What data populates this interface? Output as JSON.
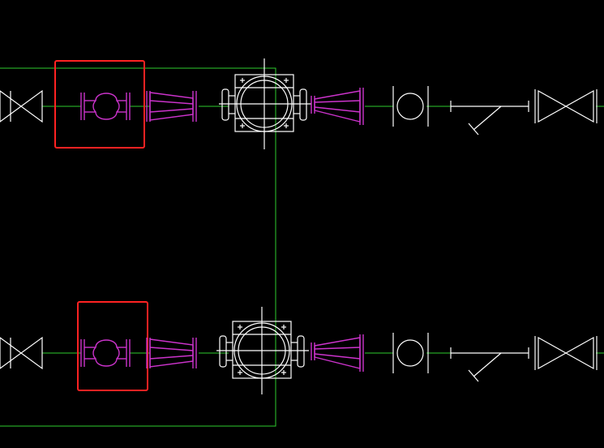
{
  "canvas": {
    "background": "#000000"
  },
  "colors": {
    "pipe": "#2ecc2e",
    "symbol_white": "#ffffff",
    "symbol_magenta": "#cc33cc",
    "selection": "#ff2222"
  },
  "rows": [
    {
      "name": "upper-pipe-run",
      "components": [
        "gate-valve",
        "flexible-joint",
        "reducer",
        "pump",
        "reducer",
        "pressure-gauge",
        "check-valve",
        "gate-valve"
      ],
      "selected_component": "flexible-joint"
    },
    {
      "name": "lower-pipe-run",
      "components": [
        "gate-valve",
        "flexible-joint",
        "reducer",
        "pump",
        "reducer",
        "pressure-gauge",
        "check-valve",
        "gate-valve"
      ],
      "selected_component": "flexible-joint"
    }
  ]
}
